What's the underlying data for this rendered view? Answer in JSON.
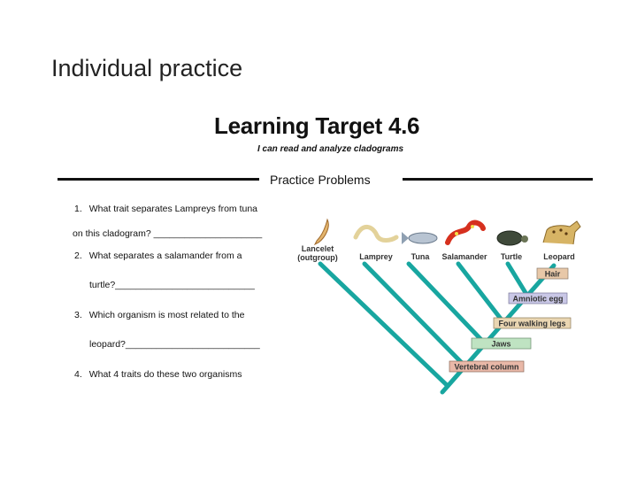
{
  "slide": {
    "title": "Individual practice"
  },
  "worksheet": {
    "title": "Learning Target 4.6",
    "subtitle": "I can read and analyze cladograms",
    "section_heading": "Practice Problems",
    "questions": [
      {
        "num": "1.",
        "line1": "What trait separates Lampreys from tuna",
        "line2": "on this cladogram? _____________________"
      },
      {
        "num": "2.",
        "line1": "What separates a salamander from a",
        "line2": "turtle?___________________________"
      },
      {
        "num": "3.",
        "line1": "Which organism is most related to the",
        "line2": "leopard?__________________________"
      },
      {
        "num": "4.",
        "line1": "What 4 traits do these two organisms"
      }
    ]
  },
  "cladogram": {
    "taxa": [
      {
        "label": "Lancelet",
        "sublabel": "(outgroup)",
        "icon": "lancelet-icon"
      },
      {
        "label": "Lamprey",
        "icon": "lamprey-icon"
      },
      {
        "label": "Tuna",
        "icon": "tuna-icon"
      },
      {
        "label": "Salamander",
        "icon": "salamander-icon"
      },
      {
        "label": "Turtle",
        "icon": "turtle-icon"
      },
      {
        "label": "Leopard",
        "icon": "leopard-icon"
      }
    ],
    "traits": [
      "Hair",
      "Amniotic egg",
      "Four walking legs",
      "Jaws",
      "Vertebral column"
    ],
    "colors": {
      "branch": "#18a6a0",
      "hair": "#e8c8a8",
      "amniotic_egg": "#c9c7e6",
      "four_walking_legs": "#ead6b2",
      "jaws": "#bfe3c2",
      "vertebral_column": "#e9b8a8"
    }
  }
}
